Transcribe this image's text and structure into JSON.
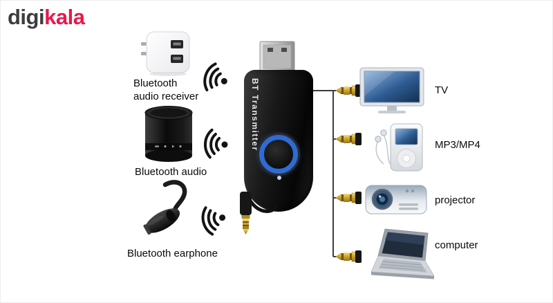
{
  "brand": {
    "digi": "digi",
    "kala": "kala",
    "digi_color": "#3d3d3d",
    "kala_color": "#e6194b"
  },
  "transmitter": {
    "label": "BT Transmitter",
    "ring_color": "#2e6bd4",
    "icon": "bt-transmitter-device"
  },
  "left_devices": [
    {
      "icon": "usb-power-adapter",
      "label_lines": [
        "Bluetooth",
        "audio receiver"
      ]
    },
    {
      "icon": "bluetooth-speaker",
      "label": "Bluetooth audio"
    },
    {
      "icon": "bluetooth-earphone",
      "label": "Bluetooth earphone"
    }
  ],
  "right_devices": [
    {
      "icon": "tv",
      "label": "TV"
    },
    {
      "icon": "mp3-player",
      "label": "MP3/MP4"
    },
    {
      "icon": "projector",
      "label": "projector"
    },
    {
      "icon": "laptop",
      "label": "computer"
    }
  ],
  "connector": {
    "plug_type": "3.5mm-aux-plug",
    "gold": "#d2a62e"
  },
  "signal_icon": "wireless-signal"
}
